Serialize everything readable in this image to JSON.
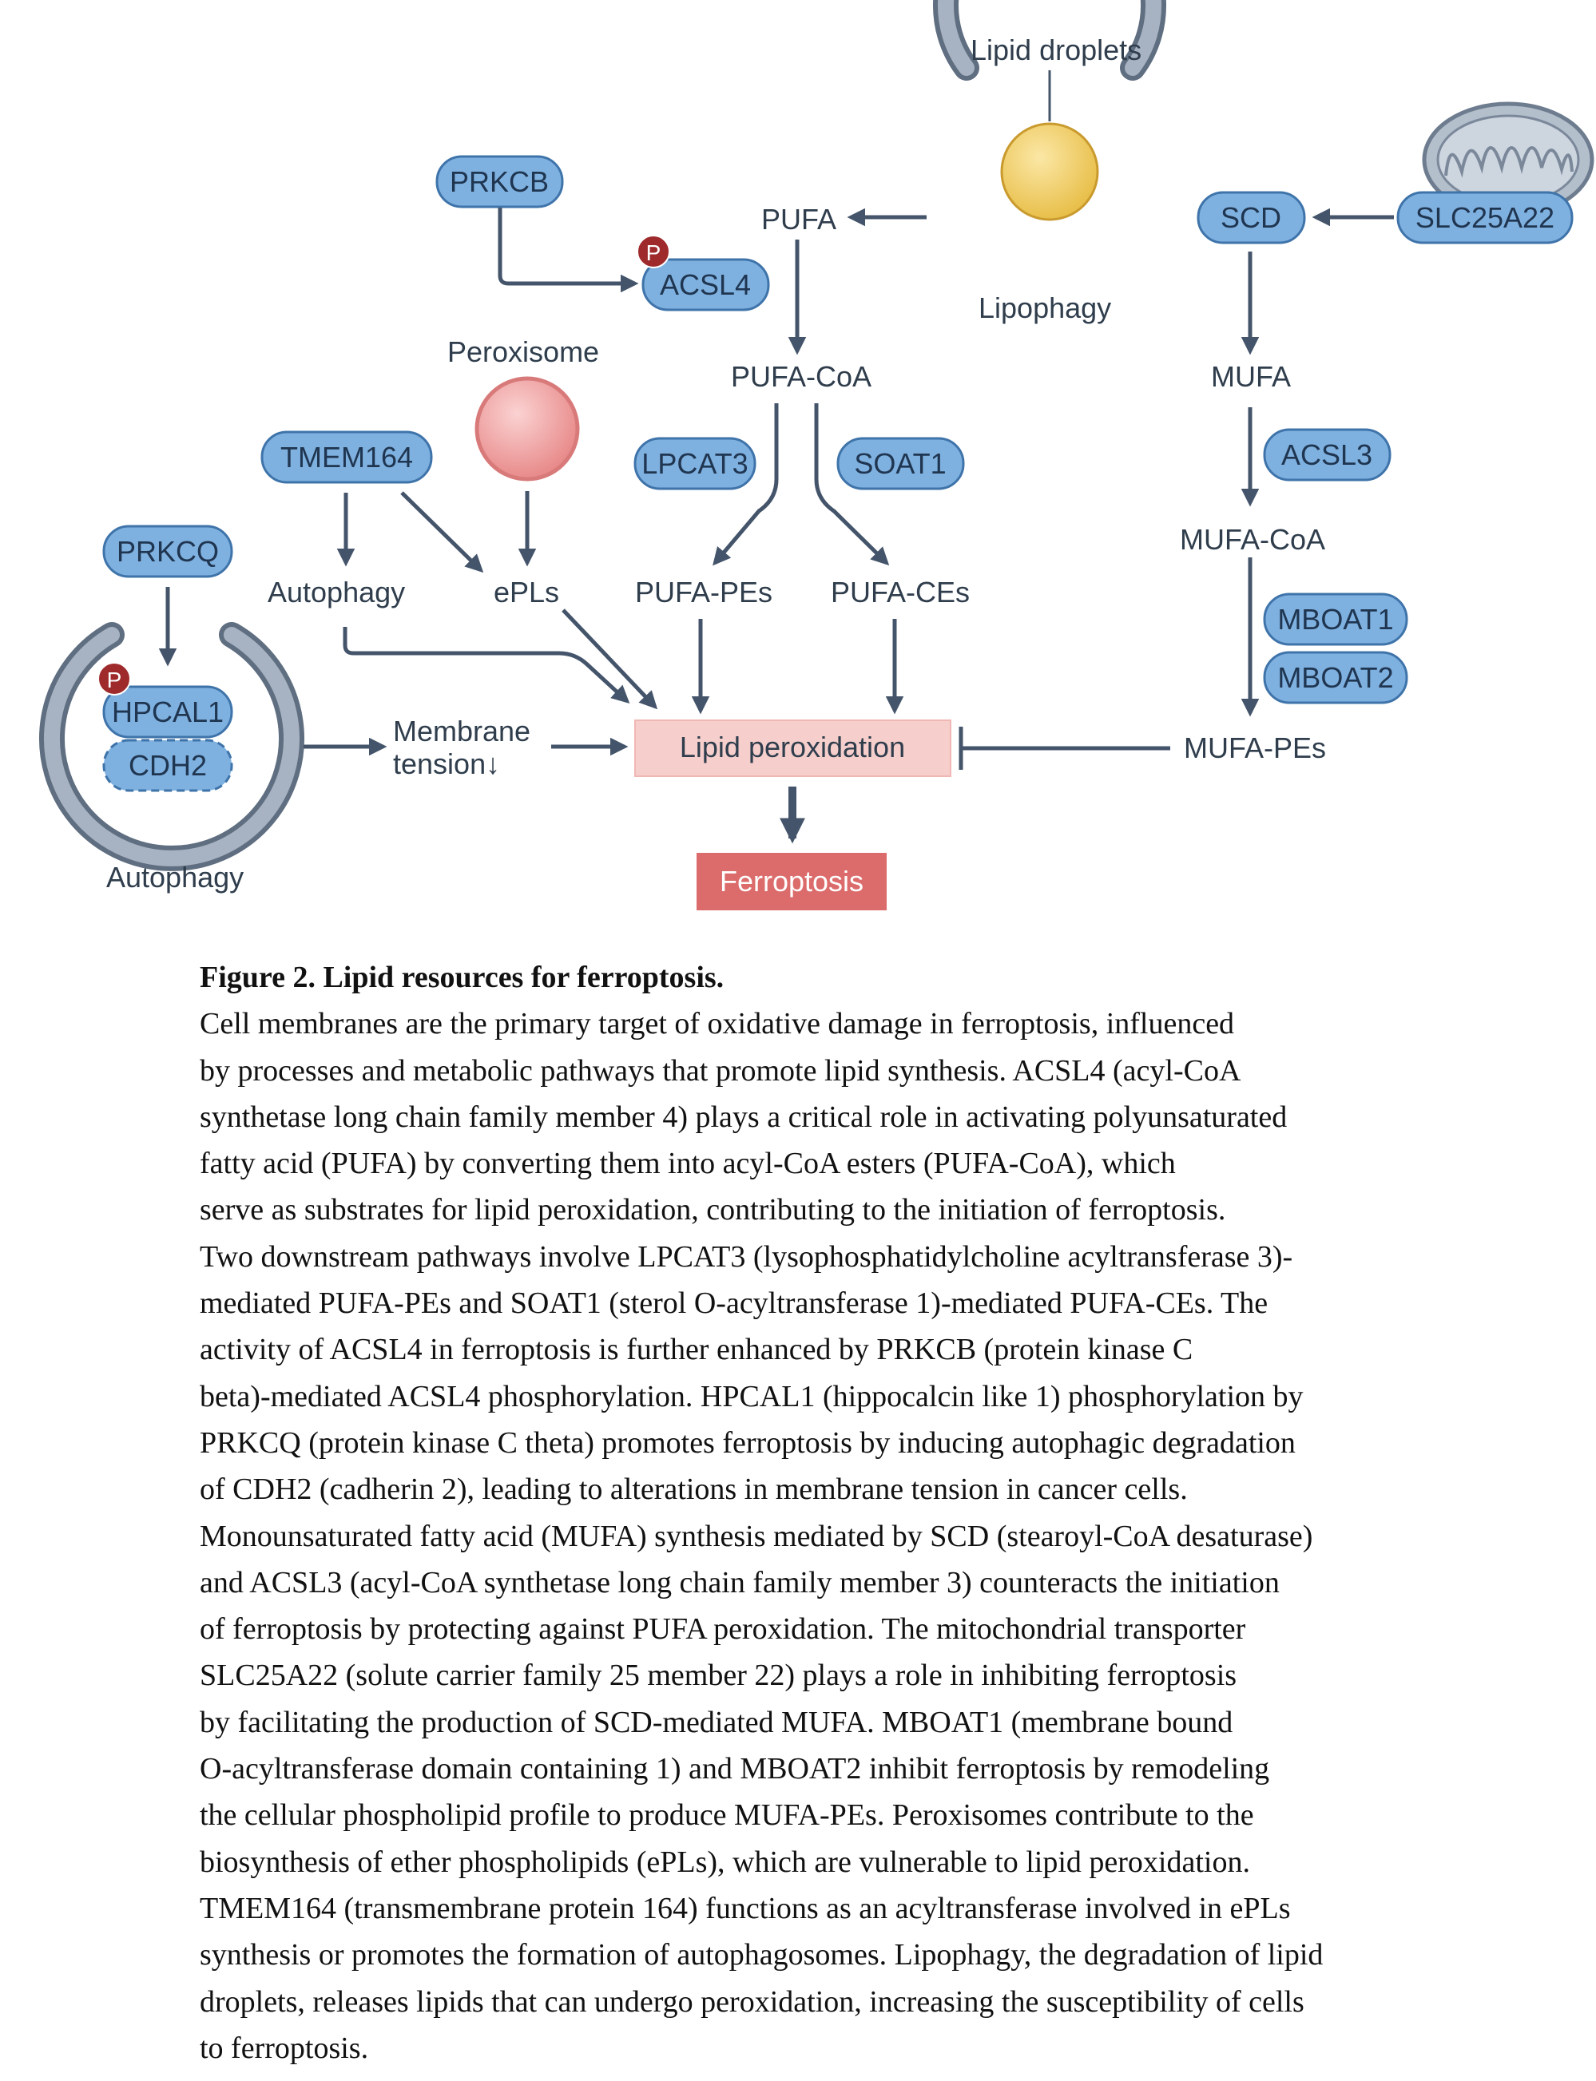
{
  "diagram": {
    "nodes": {
      "lipid_droplets": "Lipid droplets",
      "lipophagy": "Lipophagy",
      "pufa": "PUFA",
      "prkcb": "PRKCB",
      "acsl4": "ACSL4",
      "p_mark": "P",
      "pufa_coa": "PUFA-CoA",
      "peroxisome": "Peroxisome",
      "tmem164": "TMEM164",
      "lpcat3": "LPCAT3",
      "soat1": "SOAT1",
      "prkcq": "PRKCQ",
      "autophagy_mid": "Autophagy",
      "epls": "ePLs",
      "pufa_pes": "PUFA-PEs",
      "pufa_ces": "PUFA-CEs",
      "hpcal1": "HPCAL1",
      "cdh2": "CDH2",
      "membrane_tension_1": "Membrane",
      "membrane_tension_2": "tension↓",
      "lipid_peroxidation": "Lipid peroxidation",
      "ferroptosis": "Ferroptosis",
      "autophagy_left": "Autophagy",
      "scd": "SCD",
      "slc25a22": "SLC25A22",
      "mufa": "MUFA",
      "acsl3": "ACSL3",
      "mufa_coa": "MUFA-CoA",
      "mboat1": "MBOAT1",
      "mboat2": "MBOAT2",
      "mufa_pes": "MUFA-PEs"
    },
    "colors": {
      "protein_fill": "#7fb1e0",
      "protein_stroke": "#3f74aa",
      "arrow": "#44546a",
      "lipid_peroxidation_fill": "#f6cfcc",
      "ferroptosis_fill": "#dc6b6b",
      "phospho_fill": "#9e2a2b",
      "peroxisome_fill": "#ee9a9a",
      "droplet_fill": "#f0cb5b",
      "membrane_arc": "#8f9db0"
    }
  },
  "caption": {
    "title": "Figure 2. Lipid resources for ferroptosis.",
    "lines": [
      "Cell membranes are the primary target of oxidative damage in ferroptosis, influenced",
      "by processes and metabolic pathways that promote lipid synthesis. ACSL4 (acyl-CoA",
      "synthetase long chain family member 4) plays a critical role in activating polyunsaturated",
      "fatty acid (PUFA) by converting them into acyl-CoA esters (PUFA-CoA), which",
      "serve as substrates for lipid peroxidation, contributing to the initiation of ferroptosis.",
      "Two downstream pathways involve LPCAT3 (lysophosphatidylcholine acyltransferase 3)-",
      "mediated PUFA-PEs and SOAT1 (sterol O-acyltransferase 1)-mediated PUFA-CEs. The",
      "activity of ACSL4 in ferroptosis is further enhanced by PRKCB (protein kinase C",
      "beta)-mediated ACSL4 phosphorylation. HPCAL1 (hippocalcin like 1) phosphorylation by",
      "PRKCQ (protein kinase C theta) promotes ferroptosis by inducing autophagic degradation",
      "of CDH2 (cadherin 2), leading to alterations in membrane tension in cancer cells.",
      "Monounsaturated fatty acid (MUFA) synthesis mediated by SCD (stearoyl-CoA desaturase)",
      "and ACSL3 (acyl-CoA synthetase long chain family member 3) counteracts the initiation",
      "of ferroptosis by protecting against PUFA peroxidation. The mitochondrial transporter",
      "SLC25A22 (solute carrier family 25 member 22) plays a role in inhibiting ferroptosis",
      "by facilitating the production of SCD-mediated MUFA. MBOAT1 (membrane bound",
      "O-acyltransferase domain containing 1) and MBOAT2 inhibit ferroptosis by remodeling",
      "the cellular phospholipid profile to produce MUFA-PEs. Peroxisomes contribute to the",
      "biosynthesis of ether phospholipids (ePLs), which are vulnerable to lipid peroxidation.",
      "TMEM164 (transmembrane protein 164) functions as an acyltransferase involved in ePLs",
      "synthesis or promotes the formation of autophagosomes. Lipophagy, the degradation of lipid",
      "droplets, releases lipids that can undergo peroxidation, increasing the susceptibility of cells",
      "to ferroptosis."
    ]
  }
}
